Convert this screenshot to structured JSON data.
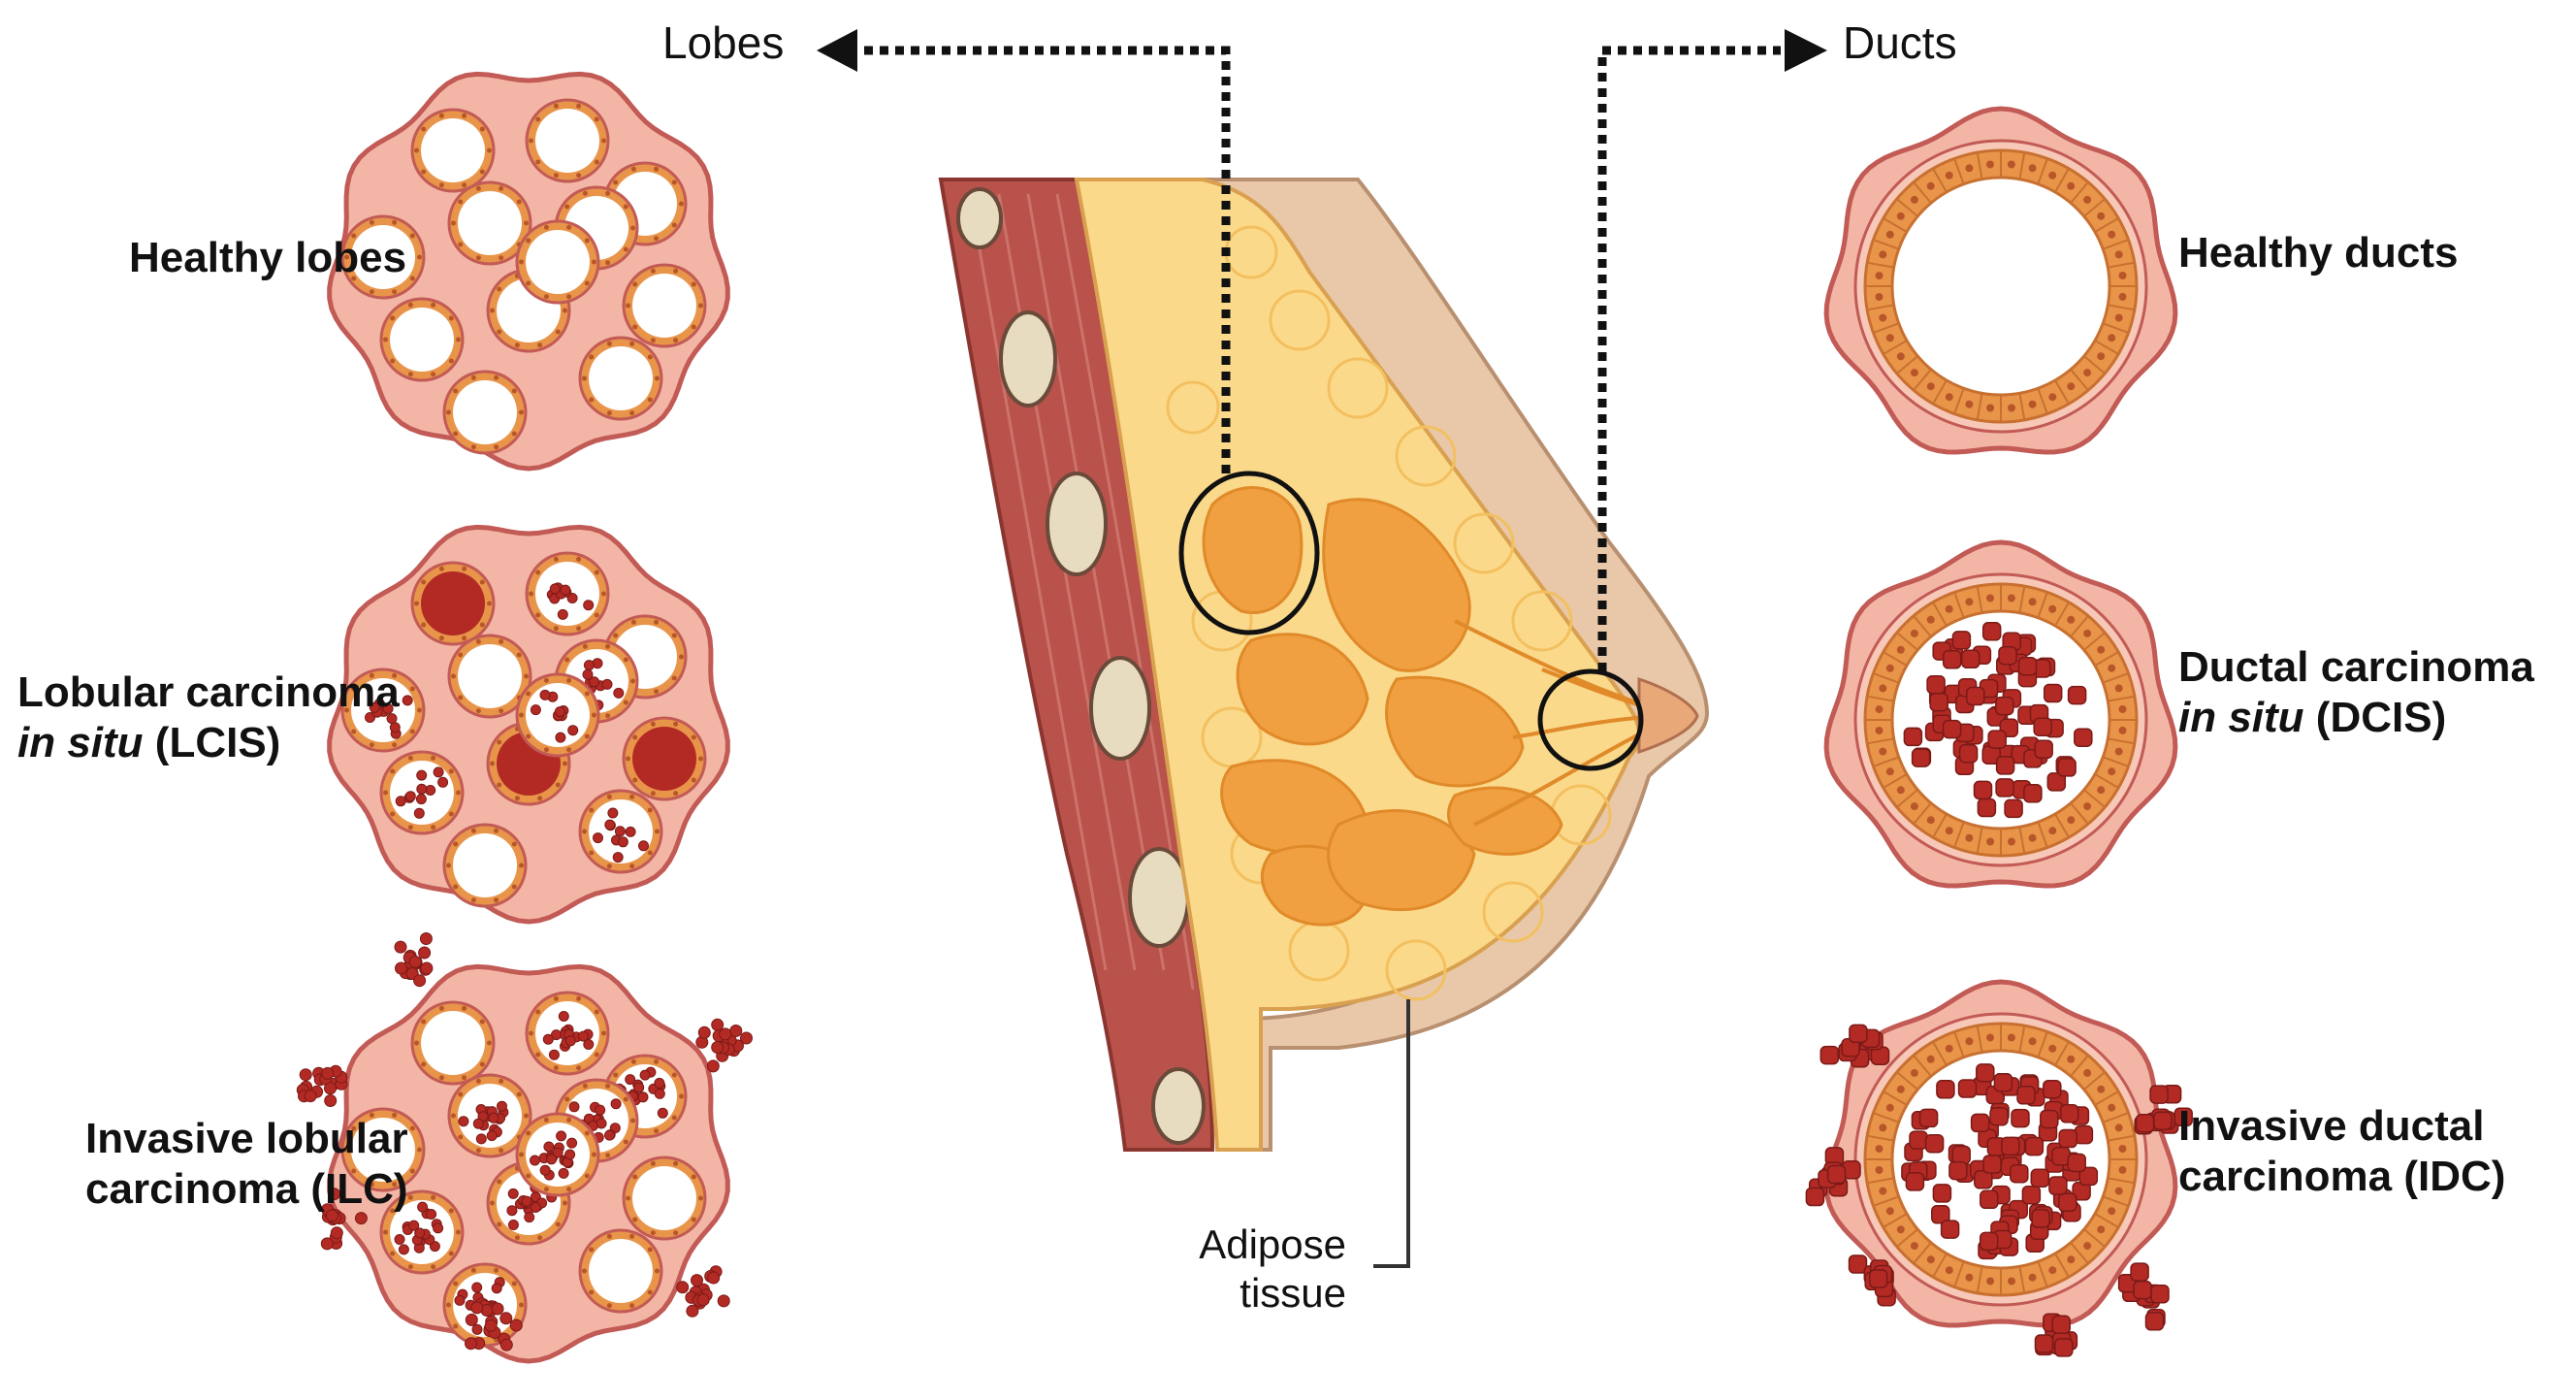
{
  "header": {
    "lobes_label": "Lobes",
    "ducts_label": "Ducts"
  },
  "left_panels": [
    {
      "line1": "Healthy lobes",
      "line2_italic": "",
      "line2_rest": ""
    },
    {
      "line1": "Lobular carcinoma",
      "line2_italic": "in situ",
      "line2_rest": " (LCIS)"
    },
    {
      "line1": "Invasive lobular",
      "line2_italic": "",
      "line2_rest": "carcinoma (ILC)"
    }
  ],
  "right_panels": [
    {
      "line1": "Healthy ducts",
      "line2_italic": "",
      "line2_rest": ""
    },
    {
      "line1": "Ductal carcinoma",
      "line2_italic": "in situ",
      "line2_rest": " (DCIS)"
    },
    {
      "line1": "Invasive ductal",
      "line2_italic": "",
      "line2_rest": "carcinoma (IDC)"
    }
  ],
  "adipose": {
    "line1": "Adipose",
    "line2": "tissue"
  },
  "colors": {
    "membrane": "#c25a55",
    "stroma": "#f3b6a6",
    "epithelium": "#e8954a",
    "nucleus": "#b8562a",
    "tumor": "#b32a25",
    "fat": "#fbd98a",
    "gland": "#f0a040",
    "muscle": "#b8524a",
    "skin": "#e8c8a8",
    "outline": "#111111"
  }
}
